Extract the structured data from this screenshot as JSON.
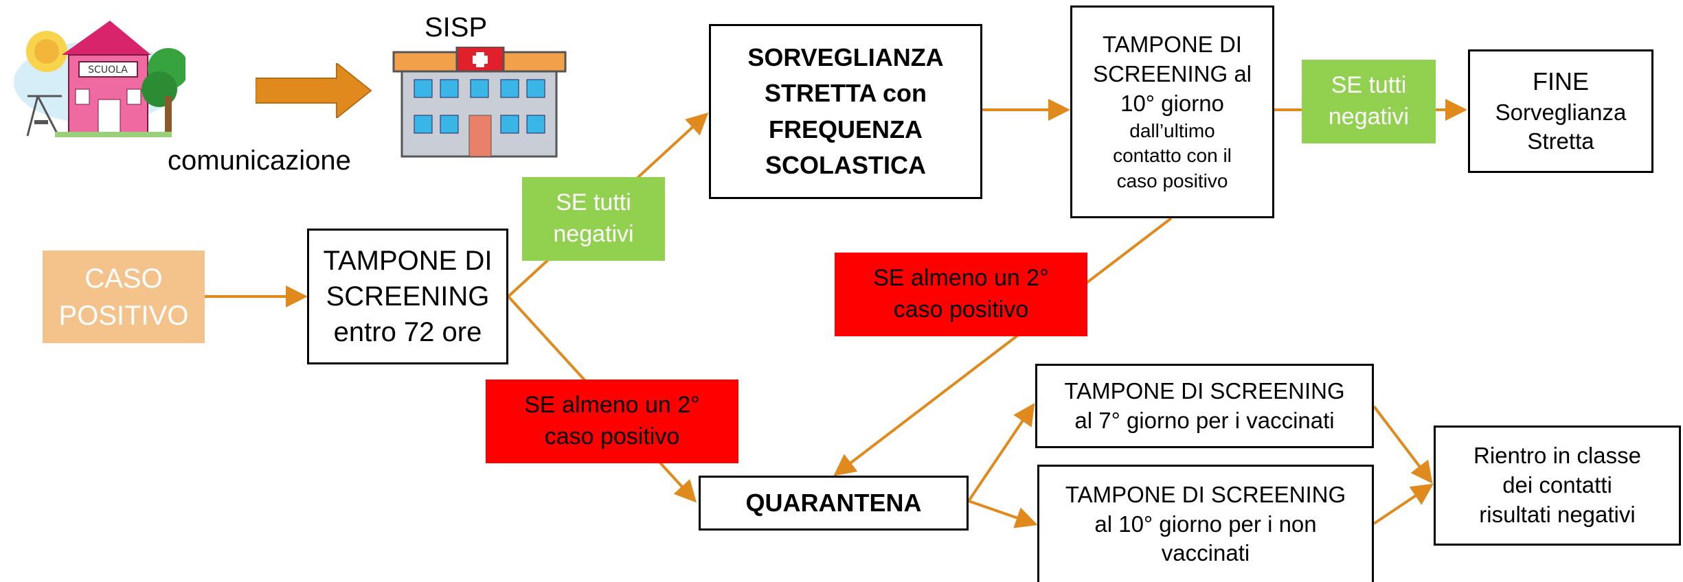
{
  "header": {
    "communication_label": "comunicazione",
    "sisp_label": "SISP",
    "school_sign": "SCUOLA"
  },
  "flow": {
    "caso_positivo": [
      "CASO",
      "POSITIVO"
    ],
    "tampone_72": [
      "TAMPONE DI",
      "SCREENING",
      "entro 72 ore"
    ],
    "se_tutti_negativi_1": [
      "SE tutti",
      "negativi"
    ],
    "sorveglianza": [
      "SORVEGLIANZA",
      "STRETTA con",
      "FREQUENZA",
      "SCOLASTICA"
    ],
    "tampone_10_top": {
      "title": [
        "TAMPONE DI",
        "SCREENING al",
        "10° giorno"
      ],
      "detail": [
        "dall’ultimo",
        "contatto con il",
        "caso positivo"
      ]
    },
    "se_tutti_negativi_2": [
      "SE tutti",
      "negativi"
    ],
    "fine": [
      "FINE",
      "Sorveglianza",
      "Stretta"
    ],
    "se_almeno_top": [
      "SE almeno un 2°",
      "caso positivo"
    ],
    "se_almeno_bottom": [
      "SE almeno un 2°",
      "caso positivo"
    ],
    "quarantena": "QUARANTENA",
    "tampone_7": [
      "TAMPONE DI SCREENING",
      "al 7° giorno per i vaccinati"
    ],
    "tampone_10_nv": [
      "TAMPONE DI SCREENING",
      "al 10° giorno per i non",
      "vaccinati"
    ],
    "rientro": [
      "Rientro in classe",
      "dei contatti",
      "risultati negativi"
    ]
  },
  "colors": {
    "arrow": "#e08a1e",
    "green_box": "#92d050",
    "red_box": "#ff0000",
    "peach_box": "#f4c38c"
  },
  "icons": [
    "school-icon",
    "hospital-icon",
    "communication-arrow-icon"
  ]
}
